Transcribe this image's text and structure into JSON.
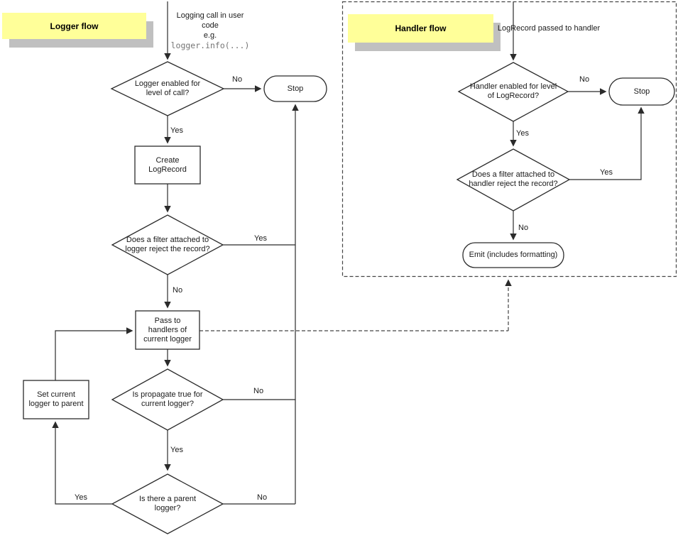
{
  "colors": {
    "label_background": "#ffff99",
    "label_shadow": "#c0c0c0",
    "line": "#2b2b2b",
    "code_text": "#757575"
  },
  "labels": {
    "yes": "Yes",
    "no": "No"
  },
  "logger_flow": {
    "title": "Logger flow",
    "start_text": "Logging call in user code",
    "start_eg": "e.g.",
    "start_code": "logger.info(...)",
    "decision_level": "Logger enabled for level of call?",
    "stop": "Stop",
    "create_logrecord": "Create LogRecord",
    "decision_filter": "Does a filter attached to logger reject the record?",
    "pass_handlers": "Pass to handlers of current logger",
    "decision_propagate": "Is propagate true for current logger?",
    "decision_parent": "Is there a parent logger?",
    "set_parent": "Set current logger to parent"
  },
  "handler_flow": {
    "title": "Handler flow",
    "start_text": "LogRecord passed to handler",
    "decision_level": "Handler enabled for level of LogRecord?",
    "stop": "Stop",
    "decision_filter": "Does a filter attached to handler reject the record?",
    "emit": "Emit (includes formatting)"
  }
}
